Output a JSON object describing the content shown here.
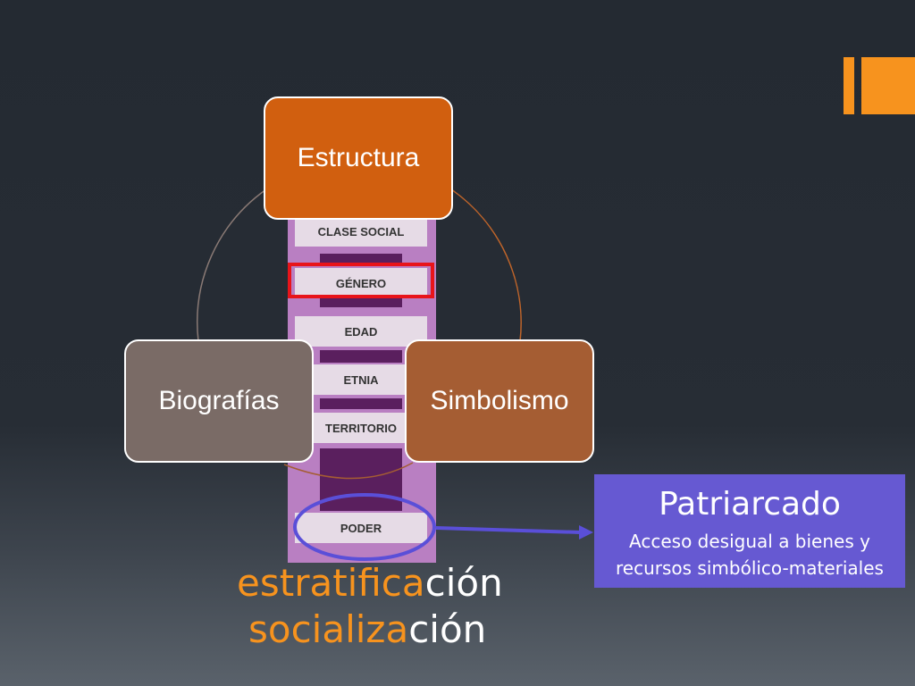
{
  "strata": [
    "CLASE SOCIAL",
    "GÉNERO",
    "EDAD",
    "ETNIA",
    "TERRITORIO",
    "PODER"
  ],
  "cycle_nodes": {
    "top": "Estructura",
    "left": "Biografías",
    "right": "Simbolismo"
  },
  "callout": {
    "title": "Patriarcado",
    "line1": "Acceso desigual a bienes y",
    "line2": "recursos simbólico-materiales"
  },
  "words": [
    {
      "prefix": "estratifica",
      "suffix": "ción"
    },
    {
      "prefix": "socializa",
      "suffix": "ción"
    }
  ],
  "colors": {
    "accent": "#f7931e",
    "estructura": "#d15f0f",
    "biografias": "#7a6b66",
    "simbolismo": "#a55d33",
    "callout": "#6659d2",
    "highlight_red": "#e8141a",
    "highlight_blue": "#5a4fd8"
  }
}
